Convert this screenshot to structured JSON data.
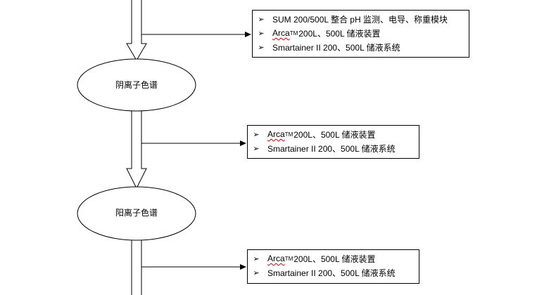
{
  "flow": {
    "nodes": [
      {
        "label": "阴离子色谱"
      },
      {
        "label": "阳离子色谱"
      }
    ],
    "bullet_icon": "arrowhead-bullet-icon",
    "notes": [
      {
        "items": [
          {
            "text": "SUM 200/500L  整合 pH 监测、电导、称重模块"
          },
          {
            "brand": "Arca",
            "mark": "TM",
            "text": " 200L、500L  储液装置"
          },
          {
            "text": "Smartainer II 200、500L  储液系统"
          }
        ]
      },
      {
        "items": [
          {
            "brand": "Arca",
            "mark": "TM",
            "text": " 200L、500L  储液装置"
          },
          {
            "text": "Smartainer II 200、500L  储液系统"
          }
        ]
      },
      {
        "items": [
          {
            "brand": "Arca",
            "mark": "TM",
            "text": " 200L、500L  储液装置"
          },
          {
            "text": "Smartainer II 200、500L  储液系统"
          }
        ]
      }
    ]
  },
  "colors": {
    "line": "#000000",
    "background": "#ffffff",
    "spellcheck": "#d00000"
  }
}
